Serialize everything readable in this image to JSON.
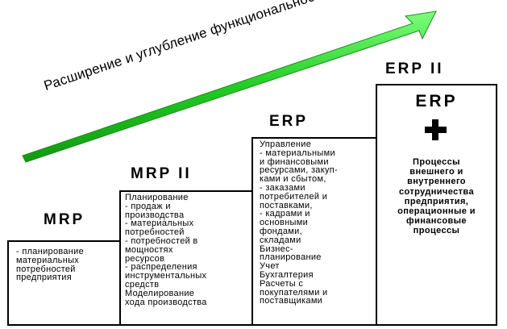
{
  "arrow": {
    "label": "Расширение и углубление функциональности",
    "color": "#33cc33"
  },
  "steps": [
    {
      "title": "MRP",
      "text": "- планирование\nматериальных\nпотребностей\nпредприятия"
    },
    {
      "title": "MRP II",
      "text": "Планирование\n- продаж и\nпроизводства\n- материальных\nпотребностей\n- потребностей в\nмощностях\nресурсов\n- распределения\nинструментальных\nсредств\nМоделирование\nхода производства"
    },
    {
      "title": "ERP",
      "text": "Управление\n- материальными\nи финансовыми\nресурсами, закуп-\nками и сбытом,\n- заказами\nпотребителей и\nпоставками,\n- кадрами и\nосновными\nфондами,\nскладами\nБизнес-\nпланирование\nУчет\nБухгалтерия\nРасчеты с\nпокупателями и\nпоставщиками"
    },
    {
      "title": "ERP II",
      "inner_title": "ERP",
      "plus": "+",
      "text": "Процессы\nвнешнего и\nвнутреннего\nсотрудничества\nпредприятия,\nоперационные и\nфинансовые\nпроцессы"
    }
  ]
}
